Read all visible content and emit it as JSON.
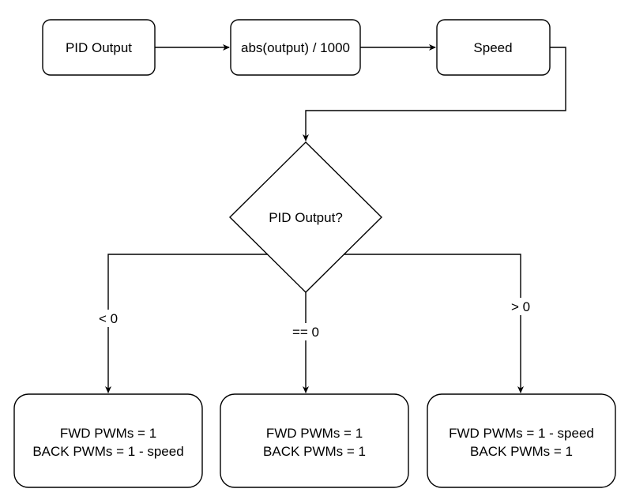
{
  "nodes": {
    "pid_output": "PID Output",
    "abs_output": "abs(output) / 1000",
    "speed": "Speed",
    "decision": "PID Output?",
    "result_negative": [
      "FWD PWMs = 1",
      "BACK PWMs = 1 - speed"
    ],
    "result_zero": [
      "FWD PWMs = 1",
      "BACK PWMs = 1"
    ],
    "result_positive": [
      "FWD PWMs = 1 - speed",
      "BACK PWMs = 1"
    ]
  },
  "edges": {
    "less_than_zero": "< 0",
    "equals_zero": "== 0",
    "greater_than_zero": "> 0"
  }
}
